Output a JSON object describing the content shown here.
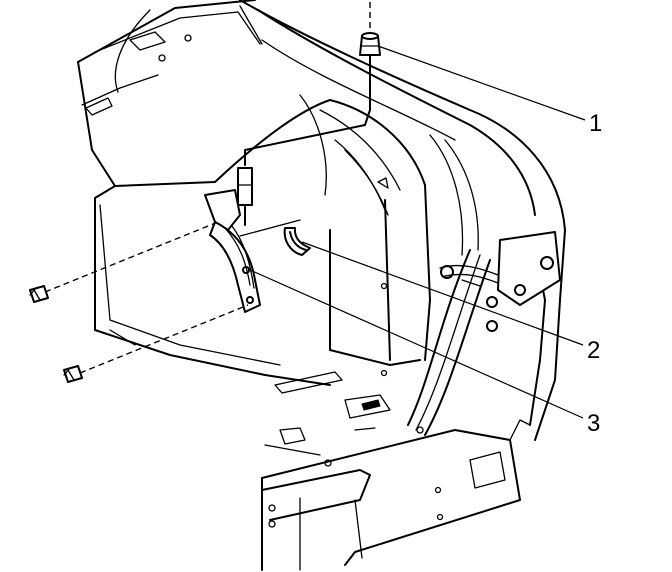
{
  "diagram": {
    "callouts": [
      {
        "id": "1",
        "label": "1"
      },
      {
        "id": "2",
        "label": "2"
      },
      {
        "id": "3",
        "label": "3"
      }
    ],
    "colors": {
      "ink": "#000000",
      "background": "#ffffff"
    }
  }
}
